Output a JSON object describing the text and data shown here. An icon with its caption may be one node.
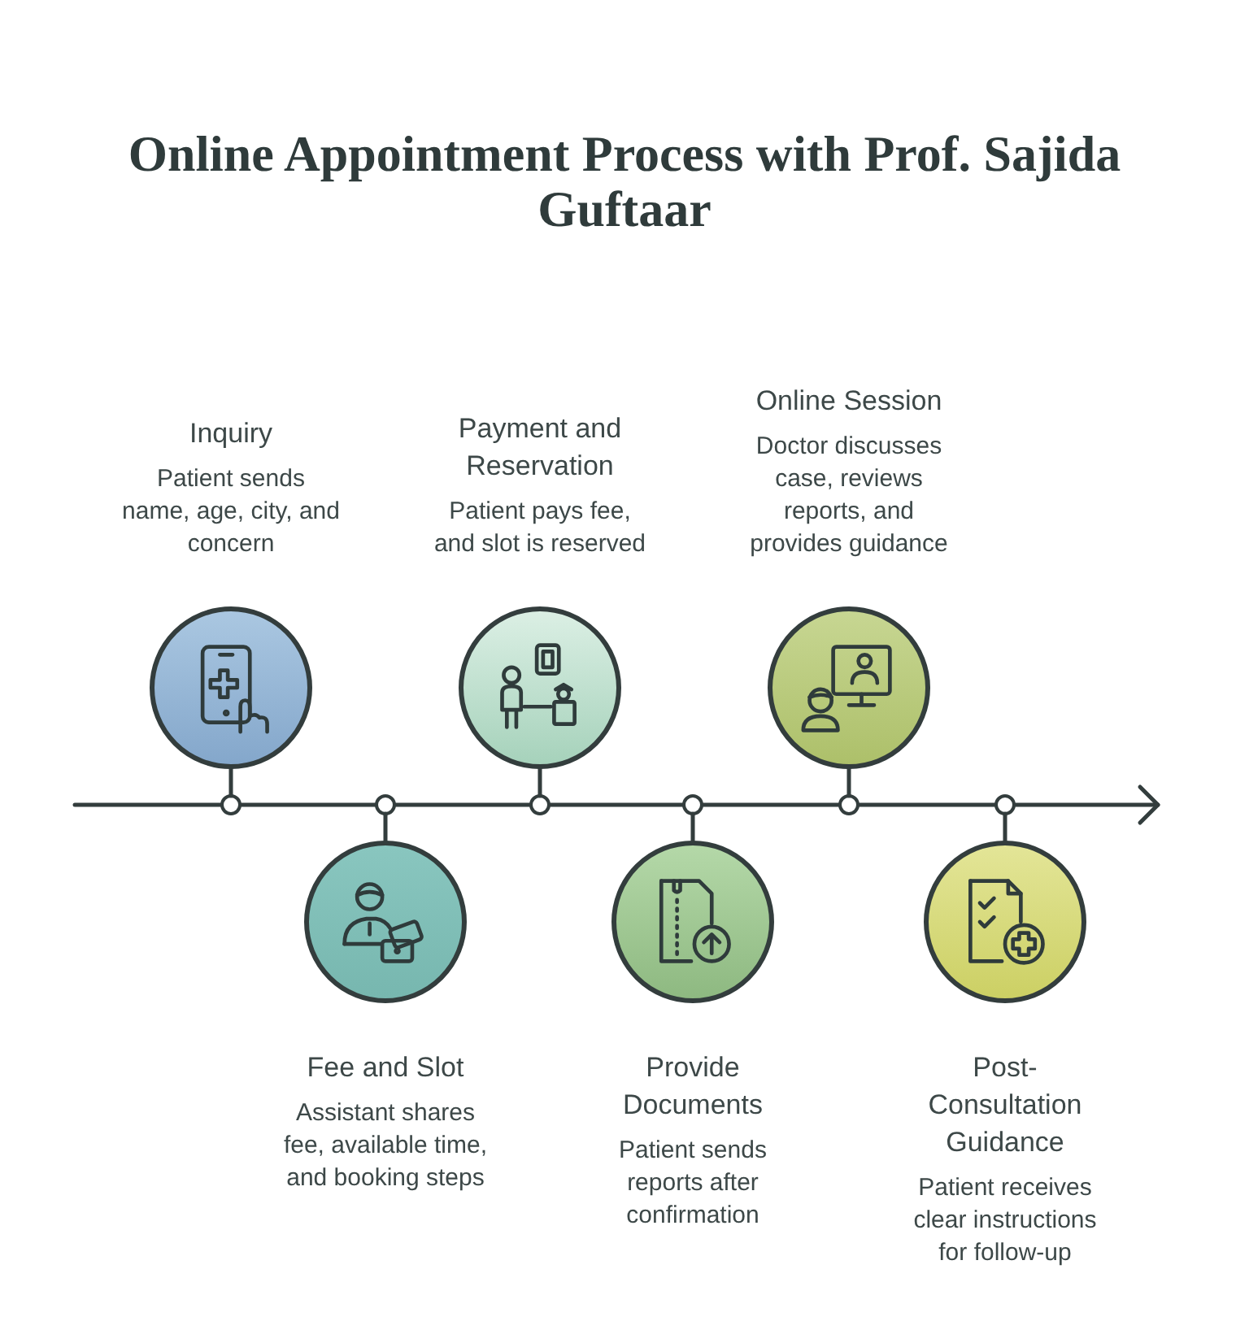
{
  "diagram": {
    "title": "Online Appointment Process with Prof. Sajida Guftaar",
    "nodes": [
      {
        "text": [
          "Inquiry",
          "Patient sends name, age, city, and concern"
        ]
      },
      {
        "text": [
          "Fee and Slot",
          "Assistant shares fee, available time, and booking steps"
        ]
      },
      {
        "text": [
          "Payment and Reservation",
          "Patient pays fee, and slot is reserved"
        ]
      },
      {
        "text": [
          "Provide Documents",
          "Patient sends reports after confirmation"
        ]
      },
      {
        "text": [
          "Online Session",
          "Doctor discusses case, reviews reports, and provides guidance"
        ]
      },
      {
        "text": [
          "Post-Consultation Guidance",
          "Patient receives clear instructions for follow-up"
        ]
      },
      {
        "text": [],
        "shape": "arrow"
      }
    ],
    "edges": [
      {
        "from": 0,
        "to": 6,
        "arrow": "none"
      },
      {
        "from": 1,
        "to": 6,
        "arrow": "none"
      },
      {
        "from": 2,
        "to": 6,
        "arrow": "none"
      },
      {
        "from": 3,
        "to": 6,
        "arrow": "none"
      },
      {
        "from": 4,
        "to": 6,
        "arrow": "none"
      },
      {
        "from": 5,
        "to": 6,
        "arrow": "none"
      }
    ]
  }
}
